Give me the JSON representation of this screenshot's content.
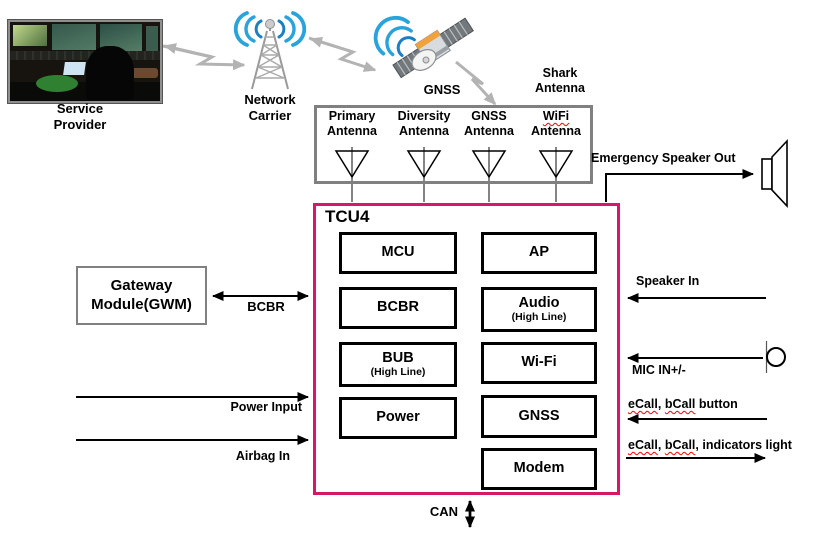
{
  "colors": {
    "tcu_border": "#d81866",
    "module_border": "#000000",
    "panel_border": "#808080",
    "wave_blue": "#2aa3da",
    "wave_blue_dark": "#1b7fc4",
    "connector_gray": "#b3b3b3",
    "spellcheck_red": "#ff0000"
  },
  "icons": {
    "service_provider_photo": "control-room-photo",
    "cell_tower_icon": "lattice tower with radio waves",
    "satellite_icon": "satellite with signal waves",
    "antenna_icon": "triangle antenna symbol",
    "speaker_icon": "speaker cone",
    "microphone_icon": "circle microphone",
    "zigzag_link_icon": "gray lightning link arrow"
  },
  "stations": {
    "service_provider": {
      "line1": "Service",
      "line2": "Provider"
    },
    "network_carrier": {
      "line1": "Network",
      "line2": "Carrier"
    },
    "gnss_satellite": {
      "caption": "GNSS"
    },
    "shark_antenna": {
      "line1": "Shark",
      "line2": "Antenna"
    }
  },
  "antenna_panel": {
    "antennas": [
      {
        "line1_segments": [
          {
            "text": "Primary"
          }
        ],
        "line2": "Antenna"
      },
      {
        "line1_segments": [
          {
            "text": "Diversity"
          }
        ],
        "line2": "Antenna"
      },
      {
        "line1_segments": [
          {
            "text": "GNSS"
          }
        ],
        "line2": "Antenna"
      },
      {
        "line1_segments": [
          {
            "text": "WiFi",
            "misspelled": true
          }
        ],
        "line2": "Antenna"
      }
    ]
  },
  "tcu": {
    "title": "TCU4",
    "modules_left": [
      {
        "label": "MCU"
      },
      {
        "label": "BCBR"
      },
      {
        "label": "BUB",
        "sublabel": "(High Line)"
      },
      {
        "label": "Power"
      }
    ],
    "modules_right": [
      {
        "label": "AP"
      },
      {
        "label": "Audio",
        "sublabel": "(High Line)"
      },
      {
        "label": "Wi-Fi"
      },
      {
        "label": "GNSS"
      },
      {
        "label": "Modem"
      }
    ]
  },
  "left_side": {
    "gateway_module": {
      "line1": "Gateway",
      "line2": "Module(GWM)"
    },
    "bcbr_link_label": "BCBR",
    "power_input_label": "Power Input",
    "airbag_label": "Airbag In"
  },
  "right_side": {
    "emergency_speaker_out_label": "Emergency Speaker Out",
    "speaker_in_label": "Speaker In",
    "mic_in_label": "MIC IN+/-",
    "ecall_button_segments": [
      {
        "text": "eCall",
        "misspelled": true
      },
      {
        "text": ", "
      },
      {
        "text": "bCall",
        "misspelled": true
      },
      {
        "text": " button"
      }
    ],
    "ecall_indicators_segments": [
      {
        "text": "eCall",
        "misspelled": true
      },
      {
        "text": ", "
      },
      {
        "text": "bCall",
        "misspelled": true
      },
      {
        "text": ", indicators light"
      }
    ]
  },
  "bottom": {
    "can_label": "CAN"
  }
}
